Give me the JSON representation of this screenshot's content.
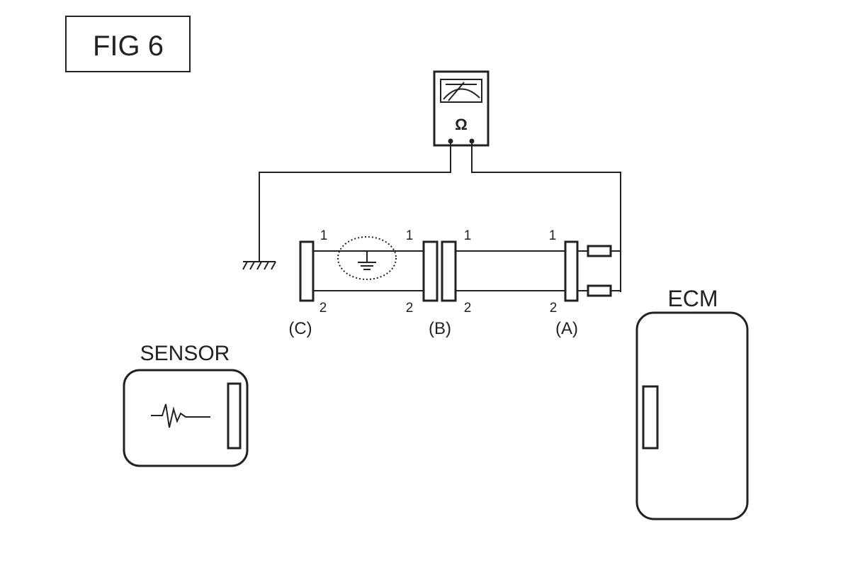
{
  "figure": {
    "label": "FIG  6"
  },
  "meter": {
    "symbol": "Ω"
  },
  "connectors": {
    "c": {
      "label": "(C)",
      "pin_top": "1",
      "pin_bottom": "2"
    },
    "c_mate": {
      "pin_top": "1",
      "pin_bottom": "2"
    },
    "b": {
      "label": "(B)",
      "pin_top": "1",
      "pin_bottom": "2"
    },
    "a": {
      "label": "(A)",
      "pin_top": "1",
      "pin_bottom": "2"
    }
  },
  "components": {
    "sensor": {
      "label": "SENSOR"
    },
    "ecm": {
      "label": "ECM"
    }
  }
}
